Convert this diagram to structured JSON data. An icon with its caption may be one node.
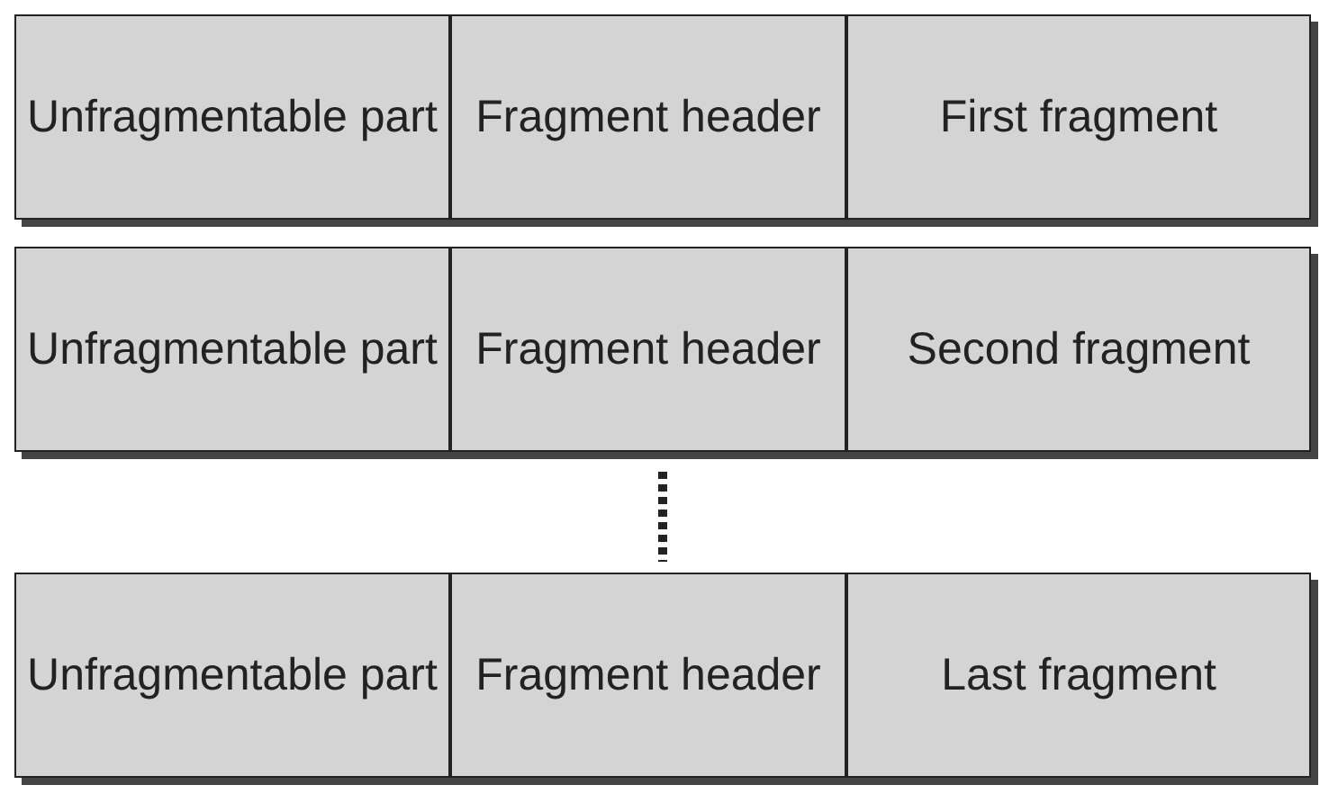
{
  "diagram": {
    "nodes": [
      {
        "text": [
          "Unfragmentable part"
        ]
      },
      {
        "text": [
          "Fragment header"
        ]
      },
      {
        "text": [
          "First fragment"
        ]
      },
      {
        "text": [
          "Unfragmentable part"
        ]
      },
      {
        "text": [
          "Fragment header"
        ]
      },
      {
        "text": [
          "Second fragment"
        ]
      },
      {
        "text": [
          "Unfragmentable part"
        ]
      },
      {
        "text": [
          "Fragment header"
        ]
      },
      {
        "text": [
          "Last fragment"
        ]
      }
    ]
  }
}
